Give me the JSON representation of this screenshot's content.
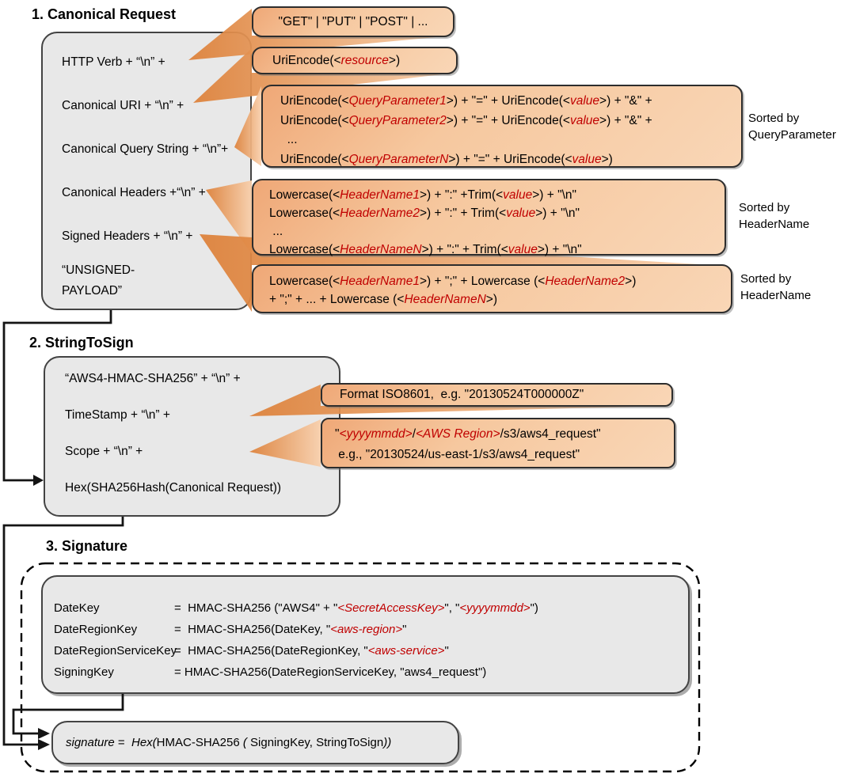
{
  "colors": {
    "box_fill": "#e8e8e8",
    "box_border": "#434343",
    "callout_fill_dark": "#efa877",
    "callout_fill_light": "#f9d6b6",
    "funnel_dark": "#dd8038",
    "funnel_light": "#f8d0ad",
    "variable_red": "#c00000",
    "line_black": "#141414"
  },
  "section1": {
    "title": "1. Canonical Request",
    "box_lines": [
      "HTTP Verb + “\\n” +",
      "Canonical URI + “\\n” +",
      "Canonical Query String + “\\n”+",
      "Canonical Headers +“\\n” +",
      "Signed Headers + “\\n” +",
      "“UNSIGNED-\nPAYLOAD”"
    ],
    "callouts": {
      "verb": {
        "lines": [
          [
            [
              "n",
              "\"GET\" | \"PUT\" | \"POST\" | ..."
            ]
          ]
        ]
      },
      "uri": {
        "lines": [
          [
            [
              "n",
              "UriEncode(<"
            ],
            [
              "v",
              "resource"
            ],
            [
              "n",
              ">)"
            ]
          ]
        ]
      },
      "query": {
        "lines": [
          [
            [
              "n",
              "UriEncode(<"
            ],
            [
              "v",
              "QueryParameter1"
            ],
            [
              "n",
              ">) + \"=\" + UriEncode(<"
            ],
            [
              "v",
              "value"
            ],
            [
              "n",
              ">) + \"&\" +"
            ]
          ],
          [
            [
              "n",
              "UriEncode(<"
            ],
            [
              "v",
              "QueryParameter2"
            ],
            [
              "n",
              ">) + \"=\" + UriEncode(<"
            ],
            [
              "v",
              "value"
            ],
            [
              "n",
              ">) + \"&\" +"
            ]
          ],
          [
            [
              "n",
              "  ..."
            ]
          ],
          [
            [
              "n",
              "UriEncode(<"
            ],
            [
              "v",
              "QueryParameterN"
            ],
            [
              "n",
              ">) + \"=\" + UriEncode(<"
            ],
            [
              "v",
              "value"
            ],
            [
              "n",
              ">)"
            ]
          ]
        ],
        "note": "Sorted by\nQueryParameter"
      },
      "headers": {
        "lines": [
          [
            [
              "n",
              "Lowercase(<"
            ],
            [
              "v",
              "HeaderName1"
            ],
            [
              "n",
              ">) + \":\" +Trim(<"
            ],
            [
              "v",
              "value"
            ],
            [
              "n",
              ">) + \"\\n\""
            ]
          ],
          [
            [
              "n",
              "Lowercase(<"
            ],
            [
              "v",
              "HeaderName2"
            ],
            [
              "n",
              ">) + \":\" + Trim(<"
            ],
            [
              "v",
              "value"
            ],
            [
              "n",
              ">) + \"\\n\""
            ]
          ],
          [
            [
              "n",
              " ..."
            ]
          ],
          [
            [
              "n",
              "Lowercase(<"
            ],
            [
              "v",
              "HeaderNameN"
            ],
            [
              "n",
              ">) + \":\" + Trim(<"
            ],
            [
              "v",
              "value"
            ],
            [
              "n",
              ">) + \"\\n\""
            ]
          ]
        ],
        "note": "Sorted by\nHeaderName"
      },
      "signed": {
        "lines": [
          [
            [
              "n",
              "Lowercase(<"
            ],
            [
              "v",
              "HeaderName1"
            ],
            [
              "n",
              ">) + \";\" + Lowercase (<"
            ],
            [
              "v",
              "HeaderName2"
            ],
            [
              "n",
              ">)"
            ]
          ],
          [
            [
              "n",
              "+ \";\" + ... + Lowercase (<"
            ],
            [
              "v",
              "HeaderNameN"
            ],
            [
              "n",
              ">)"
            ]
          ]
        ],
        "note": "Sorted by\nHeaderName"
      }
    }
  },
  "section2": {
    "title": "2. StringToSign",
    "box_lines": [
      "“AWS4-HMAC-SHA256” + “\\n” +",
      "TimeStamp + “\\n” +",
      "Scope + “\\n” +",
      "Hex(SHA256Hash(Canonical Request))"
    ],
    "callouts": {
      "iso": {
        "lines": [
          [
            [
              "n",
              "Format ISO8601,  e.g. \"20130524T000000Z\""
            ]
          ]
        ]
      },
      "scope": {
        "lines": [
          [
            [
              "n",
              "\""
            ],
            [
              "v",
              "<yyyymmdd>"
            ],
            [
              "n",
              "/"
            ],
            [
              "v",
              "<AWS Region>"
            ],
            [
              "n",
              "/s3/aws4_request\""
            ]
          ],
          [
            [
              "n",
              " e.g., \"20130524/us-east-1/s3/aws4_request\""
            ]
          ]
        ]
      }
    }
  },
  "section3": {
    "title": "3. Signature",
    "keys": [
      {
        "name": "DateKey",
        "formula": [
          [
            [
              "n",
              "=  HMAC-SHA256 (\"AWS4\" + \""
            ],
            [
              "v",
              "<SecretAccessKey>"
            ],
            [
              "n",
              "\", \""
            ],
            [
              "v",
              "<yyyymmdd>"
            ],
            [
              "n",
              "\")"
            ]
          ]
        ]
      },
      {
        "name": "DateRegionKey",
        "formula": [
          [
            [
              "n",
              "=  HMAC-SHA256(DateKey, \""
            ],
            [
              "v",
              "<aws-region>"
            ],
            [
              "n",
              "\""
            ]
          ]
        ]
      },
      {
        "name": "DateRegionServiceKey",
        "formula": [
          [
            [
              "n",
              "=  HMAC-SHA256(DateRegionKey, \""
            ],
            [
              "v",
              "<aws-service>"
            ],
            [
              "n",
              "\""
            ]
          ]
        ]
      },
      {
        "name": "SigningKey",
        "formula": [
          [
            [
              "n",
              "= HMAC-SHA256(DateRegionServiceKey, \"aws4_request\")"
            ]
          ]
        ]
      }
    ],
    "signature": {
      "lines": [
        [
          [
            "i",
            "signature"
          ],
          [
            "n",
            " =  "
          ],
          [
            "i",
            "Hex("
          ],
          [
            "n",
            "HMAC-SHA256 "
          ],
          [
            "i",
            "( "
          ],
          [
            "n",
            "SigningKey, StringToSign"
          ],
          [
            "i",
            "))"
          ]
        ]
      ]
    }
  }
}
